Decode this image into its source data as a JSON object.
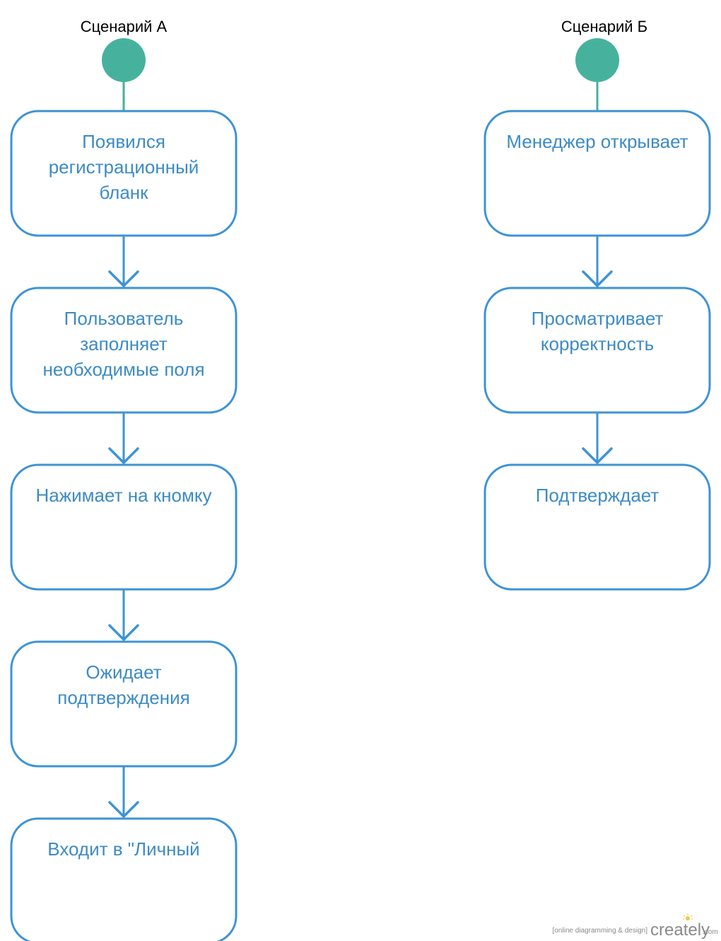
{
  "diagram": {
    "colors": {
      "start_node": "#46b29d",
      "start_line": "#46b29d",
      "box_border": "#3d93d6",
      "arrow": "#3d93d6",
      "box_text": "#3d8bc4",
      "title_text": "#000000",
      "watermark": "#8a8a8a"
    },
    "lane_a": {
      "title": "Сценарий А",
      "steps": [
        {
          "lines": [
            "Появился",
            "регистрационный",
            "бланк"
          ]
        },
        {
          "lines": [
            "Пользователь",
            "заполняет",
            "необходимые поля"
          ]
        },
        {
          "lines": [
            "Нажимает на кномку"
          ]
        },
        {
          "lines": [
            "Ожидает",
            "подтверждения"
          ]
        },
        {
          "lines": [
            "Входит в \"Личный"
          ]
        }
      ]
    },
    "lane_b": {
      "title": "Сценарий Б",
      "steps": [
        {
          "lines": [
            "Менеджер открывает"
          ]
        },
        {
          "lines": [
            "Просматривает",
            "корректность"
          ]
        },
        {
          "lines": [
            "Подтверждает"
          ]
        }
      ]
    }
  },
  "watermark": {
    "tagline": "[online diagramming & design]",
    "logo": "creately",
    "suffix": ".com"
  }
}
